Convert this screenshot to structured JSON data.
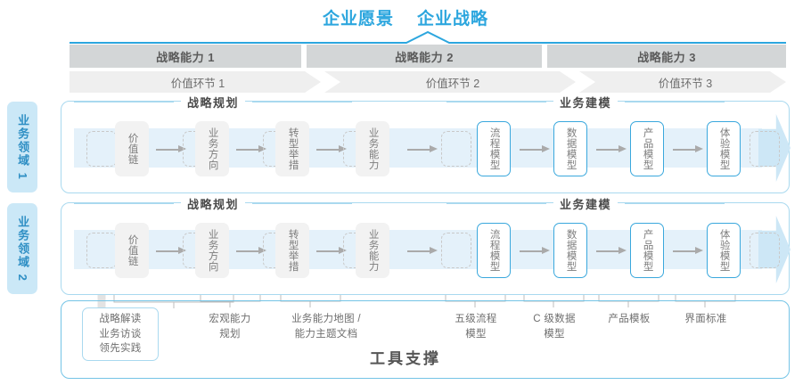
{
  "top": {
    "titles": [
      "企业愿景",
      "企业战略"
    ],
    "accent_color": "#2ca6de"
  },
  "capabilities": [
    {
      "label": "战略能力 1"
    },
    {
      "label": "战略能力 2"
    },
    {
      "label": "战略能力 3"
    }
  ],
  "value_chain": [
    {
      "label": "价值环节 1"
    },
    {
      "label": "价值环节 2"
    },
    {
      "label": "价值环节 3"
    }
  ],
  "side_labels": [
    {
      "label": "业务领域 1"
    },
    {
      "label": "业务领域 2"
    }
  ],
  "sections": {
    "planning": "战略规划",
    "modeling": "业务建模"
  },
  "nodes": [
    {
      "label": "价值链",
      "style": "gray"
    },
    {
      "label": "业务方向",
      "style": "gray"
    },
    {
      "label": "转型举措",
      "style": "gray"
    },
    {
      "label": "业务能力",
      "style": "gray"
    },
    {
      "label": "流程模型",
      "style": "blue"
    },
    {
      "label": "数据模型",
      "style": "blue"
    },
    {
      "label": "产品模型",
      "style": "blue"
    },
    {
      "label": "体验模型",
      "style": "blue"
    }
  ],
  "tool_labels": [
    {
      "label": "战略解读\n业务访谈\n领先实践",
      "boxed": true
    },
    {
      "label": "宏观能力\n规划",
      "boxed": false
    },
    {
      "label": "业务能力地图 /\n能力主题文档",
      "boxed": false
    },
    {
      "label": "五级流程\n模型",
      "boxed": false
    },
    {
      "label": "C 级数据\n模型",
      "boxed": false
    },
    {
      "label": "产品模板",
      "boxed": false
    },
    {
      "label": "界面标准",
      "boxed": false
    }
  ],
  "footer": {
    "title": "工具支撑"
  },
  "colors": {
    "accent_blue": "#2ca6de",
    "node_blue_border": "#3aa8dd",
    "band_blue": "#e4f1fa",
    "bar_gray": "#d3d6d7",
    "chevron_gray": "#efefef",
    "side_bg": "#cbe8f7"
  }
}
